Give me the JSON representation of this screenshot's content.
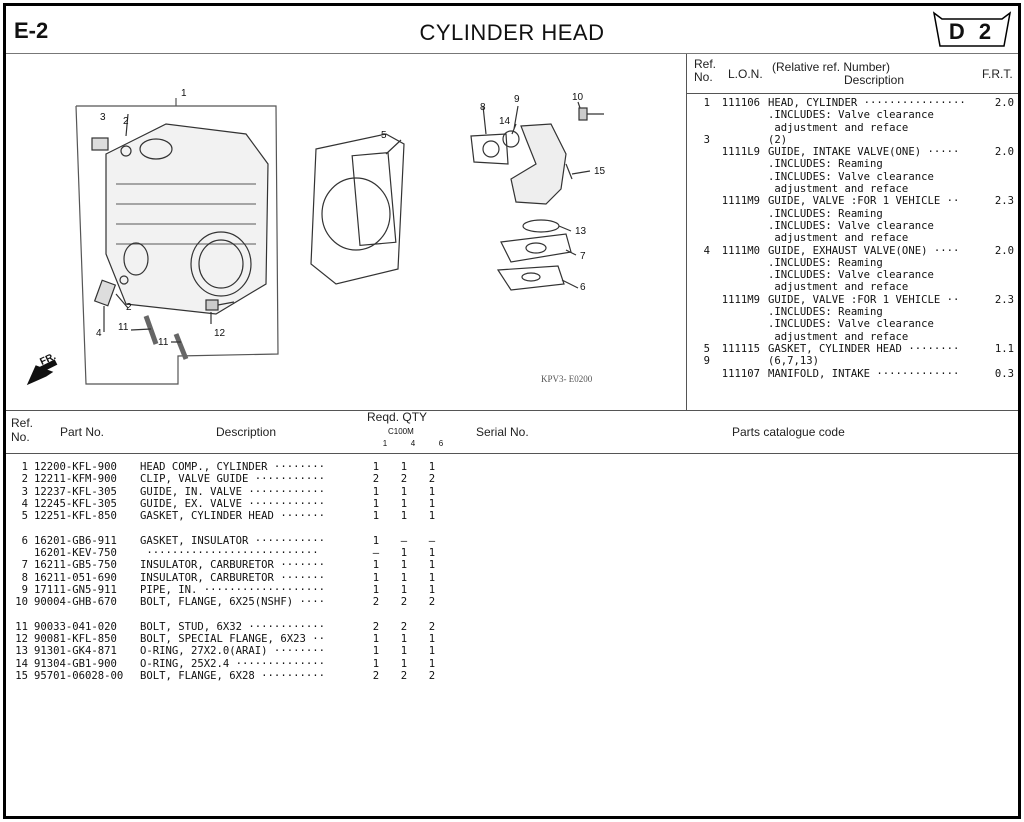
{
  "header": {
    "page_id": "E-2",
    "title": "CYLINDER  HEAD",
    "section_badge": "D 2"
  },
  "diagram": {
    "callouts": [
      "1",
      "3",
      "2",
      "4",
      "2",
      "11",
      "11",
      "12",
      "5",
      "8",
      "9",
      "10",
      "14",
      "15",
      "13",
      "7",
      "6"
    ],
    "direction_label": "FR.",
    "figure_code": "KPV3- E0200"
  },
  "labor": {
    "headers": {
      "ref": "Ref.",
      "no": "No.",
      "lon": "L.O.N.",
      "rel": "(Relative ref. Number)",
      "desc": "Description",
      "frt": "F.R.T."
    },
    "lines": [
      {
        "ref": "1",
        "lon": "111106",
        "desc": "HEAD, CYLINDER ················",
        "frt": "2.0"
      },
      {
        "ref": "",
        "lon": "",
        "desc": ".INCLUDES: Valve clearance",
        "frt": ""
      },
      {
        "ref": "",
        "lon": "",
        "desc": " adjustment and reface",
        "frt": ""
      },
      {
        "ref": "3",
        "lon": "",
        "desc": "(2)",
        "frt": ""
      },
      {
        "ref": "",
        "lon": "1111L9",
        "desc": "GUIDE, INTAKE VALVE(ONE) ·····",
        "frt": "2.0"
      },
      {
        "ref": "",
        "lon": "",
        "desc": ".INCLUDES: Reaming",
        "frt": ""
      },
      {
        "ref": "",
        "lon": "",
        "desc": ".INCLUDES: Valve clearance",
        "frt": ""
      },
      {
        "ref": "",
        "lon": "",
        "desc": " adjustment and reface",
        "frt": ""
      },
      {
        "ref": "",
        "lon": "1111M9",
        "desc": "GUIDE, VALVE :FOR 1 VEHICLE ··",
        "frt": "2.3"
      },
      {
        "ref": "",
        "lon": "",
        "desc": ".INCLUDES: Reaming",
        "frt": ""
      },
      {
        "ref": "",
        "lon": "",
        "desc": ".INCLUDES: Valve clearance",
        "frt": ""
      },
      {
        "ref": "",
        "lon": "",
        "desc": " adjustment and reface",
        "frt": ""
      },
      {
        "ref": "4",
        "lon": "1111M0",
        "desc": "GUIDE, EXHAUST VALVE(ONE) ····",
        "frt": "2.0"
      },
      {
        "ref": "",
        "lon": "",
        "desc": ".INCLUDES: Reaming",
        "frt": ""
      },
      {
        "ref": "",
        "lon": "",
        "desc": ".INCLUDES: Valve clearance",
        "frt": ""
      },
      {
        "ref": "",
        "lon": "",
        "desc": " adjustment and reface",
        "frt": ""
      },
      {
        "ref": "",
        "lon": "1111M9",
        "desc": "GUIDE, VALVE :FOR 1 VEHICLE ··",
        "frt": "2.3"
      },
      {
        "ref": "",
        "lon": "",
        "desc": ".INCLUDES: Reaming",
        "frt": ""
      },
      {
        "ref": "",
        "lon": "",
        "desc": ".INCLUDES: Valve clearance",
        "frt": ""
      },
      {
        "ref": "",
        "lon": "",
        "desc": " adjustment and reface",
        "frt": ""
      },
      {
        "ref": "5",
        "lon": "111115",
        "desc": "GASKET, CYLINDER HEAD ········",
        "frt": "1.1"
      },
      {
        "ref": "9",
        "lon": "",
        "desc": "(6,7,13)",
        "frt": ""
      },
      {
        "ref": "",
        "lon": "111107",
        "desc": "MANIFOLD, INTAKE ·············",
        "frt": "0.3"
      }
    ]
  },
  "parts": {
    "headers": {
      "ref": "Ref.",
      "no": "No.",
      "part_no": "Part No.",
      "desc": "Description",
      "reqd_qty": "Reqd. QTY",
      "model": "C100M",
      "variants": [
        "1",
        "4",
        "6"
      ],
      "serial": "Serial No.",
      "catalogue": "Parts catalogue code"
    },
    "groups": [
      [
        {
          "ref": "1",
          "part": "12200-KFL-900",
          "desc": "HEAD COMP., CYLINDER ········",
          "qty": [
            "1",
            "1",
            "1"
          ]
        },
        {
          "ref": "2",
          "part": "12211-KFM-900",
          "desc": "CLIP, VALVE GUIDE ···········",
          "qty": [
            "2",
            "2",
            "2"
          ]
        },
        {
          "ref": "3",
          "part": "12237-KFL-305",
          "desc": "GUIDE, IN. VALVE ············",
          "qty": [
            "1",
            "1",
            "1"
          ]
        },
        {
          "ref": "4",
          "part": "12245-KFL-305",
          "desc": "GUIDE, EX. VALVE ············",
          "qty": [
            "1",
            "1",
            "1"
          ]
        },
        {
          "ref": "5",
          "part": "12251-KFL-850",
          "desc": "GASKET, CYLINDER HEAD ·······",
          "qty": [
            "1",
            "1",
            "1"
          ]
        }
      ],
      [
        {
          "ref": "6",
          "part": "16201-GB6-911",
          "desc": "GASKET, INSULATOR ···········",
          "qty": [
            "1",
            "–",
            "–"
          ]
        },
        {
          "ref": "",
          "part": "16201-KEV-750",
          "desc": " ···························",
          "qty": [
            "–",
            "1",
            "1"
          ]
        },
        {
          "ref": "7",
          "part": "16211-GB5-750",
          "desc": "INSULATOR, CARBURETOR ·······",
          "qty": [
            "1",
            "1",
            "1"
          ]
        },
        {
          "ref": "8",
          "part": "16211-051-690",
          "desc": "INSULATOR, CARBURETOR ·······",
          "qty": [
            "1",
            "1",
            "1"
          ]
        },
        {
          "ref": "9",
          "part": "17111-GN5-911",
          "desc": "PIPE, IN. ···················",
          "qty": [
            "1",
            "1",
            "1"
          ]
        },
        {
          "ref": "10",
          "part": "90004-GHB-670",
          "desc": "BOLT, FLANGE, 6X25(NSHF) ····",
          "qty": [
            "2",
            "2",
            "2"
          ]
        }
      ],
      [
        {
          "ref": "11",
          "part": "90033-041-020",
          "desc": "BOLT, STUD, 6X32 ············",
          "qty": [
            "2",
            "2",
            "2"
          ]
        },
        {
          "ref": "12",
          "part": "90081-KFL-850",
          "desc": "BOLT, SPECIAL FLANGE, 6X23 ··",
          "qty": [
            "1",
            "1",
            "1"
          ]
        },
        {
          "ref": "13",
          "part": "91301-GK4-871",
          "desc": "O-RING, 27X2.0(ARAI) ········",
          "qty": [
            "1",
            "1",
            "1"
          ]
        },
        {
          "ref": "14",
          "part": "91304-GB1-900",
          "desc": "O-RING, 25X2.4 ··············",
          "qty": [
            "1",
            "1",
            "1"
          ]
        },
        {
          "ref": "15",
          "part": "95701-06028-00",
          "desc": "BOLT, FLANGE, 6X28 ··········",
          "qty": [
            "2",
            "2",
            "2"
          ]
        }
      ]
    ]
  }
}
